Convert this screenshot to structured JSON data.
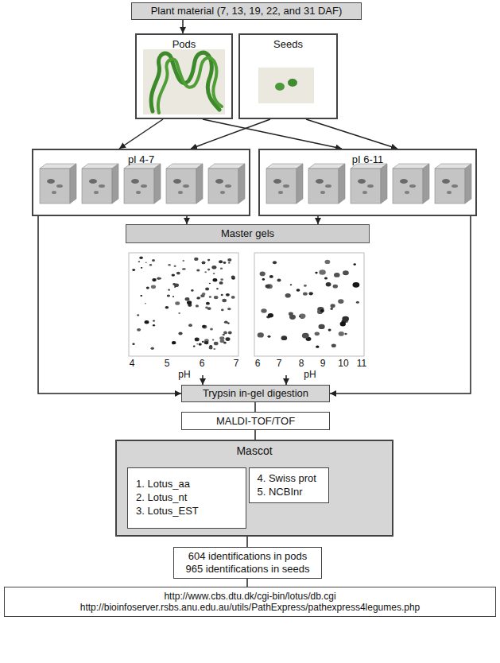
{
  "diagram": {
    "nodes": [
      {
        "text": [
          "Plant material (7, 13, 19, 22, and 31 DAF)"
        ]
      },
      {
        "text": [
          "Pods"
        ]
      },
      {
        "text": [
          "Seeds"
        ]
      },
      {
        "text": [
          "pI 4-7"
        ]
      },
      {
        "text": [
          "pI 6-11"
        ]
      },
      {
        "text": [
          "Master gels"
        ]
      },
      {
        "text": [
          "Trypsin in-gel digestion"
        ]
      },
      {
        "text": [
          "MALDI-TOF/TOF"
        ]
      },
      {
        "text": [
          "Mascot"
        ]
      },
      {
        "text": [
          "1. Lotus_aa",
          "2. Lotus_nt",
          "3. Lotus_EST"
        ],
        "in": 8
      },
      {
        "text": [
          "4. Swiss prot",
          "5. NCBInr"
        ],
        "in": 8
      },
      {
        "text": [
          "604 identifications in pods",
          "965 identifications in seeds"
        ]
      },
      {
        "text": [
          "http://www.cbs.dtu.dk/cgi-bin/lotus/db.cgi",
          "http://bioinfoserver.rsbs.anu.edu.au/utils/PathExpress/pathexpress4legumes.php"
        ]
      }
    ],
    "edges": [
      {
        "from": 0,
        "to": 1,
        "arrow": "to"
      },
      {
        "from": 1,
        "to": 3,
        "arrow": "to"
      },
      {
        "from": 1,
        "to": 4,
        "arrow": "to"
      },
      {
        "from": 2,
        "to": 3,
        "arrow": "to"
      },
      {
        "from": 2,
        "to": 4,
        "arrow": "to"
      },
      {
        "from": 3,
        "to": 5,
        "arrow": "to"
      },
      {
        "from": 4,
        "to": 5,
        "arrow": "to"
      },
      {
        "from": 3,
        "to": 6,
        "arrow": "to"
      },
      {
        "from": 4,
        "to": 6,
        "arrow": "to"
      },
      {
        "from": 5,
        "to": 6,
        "arrow": "to"
      },
      {
        "from": 5,
        "to": 6,
        "arrow": "to"
      },
      {
        "from": 6,
        "to": 7,
        "arrow": "none"
      },
      {
        "from": 7,
        "to": 8,
        "arrow": "none"
      },
      {
        "from": 8,
        "to": 11,
        "arrow": "none"
      },
      {
        "from": 11,
        "to": 12,
        "arrow": "none"
      }
    ],
    "labels": [
      "4",
      "5",
      "6",
      "7",
      "pH",
      "6",
      "7",
      "8",
      "9",
      "10",
      "11",
      "pH"
    ]
  }
}
